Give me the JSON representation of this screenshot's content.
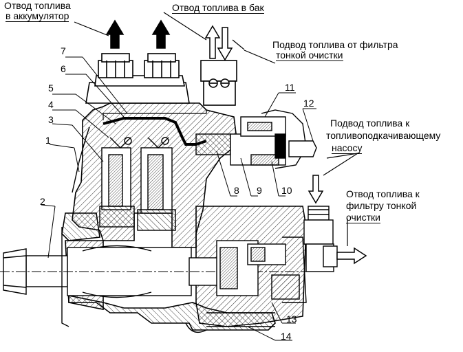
{
  "labels": {
    "return_accumulator_line1": "Отвод топлива",
    "return_accumulator_line2": "в аккумулятор",
    "return_tank": "Отвод топлива в бак",
    "supply_fine_filter_line1": "Подвод топлива от фильтра",
    "supply_fine_filter_line2": "тонкой очистки",
    "supply_prime_pump_line1": "Подвод топлива к",
    "supply_prime_pump_line2": "топливоподкачивающему",
    "supply_prime_pump_line3": "насосу",
    "return_fine_filter_line1": "Отвод топлива к",
    "return_fine_filter_line2": "фильтру тонкой",
    "return_fine_filter_line3": "очистки"
  },
  "callouts": [
    "1",
    "2",
    "3",
    "4",
    "5",
    "6",
    "7",
    "8",
    "9",
    "10",
    "11",
    "12",
    "13",
    "14"
  ],
  "colors": {
    "ink": "#000000",
    "paper": "#ffffff",
    "hatch": "#444444",
    "fill": "#dcdcdc"
  }
}
